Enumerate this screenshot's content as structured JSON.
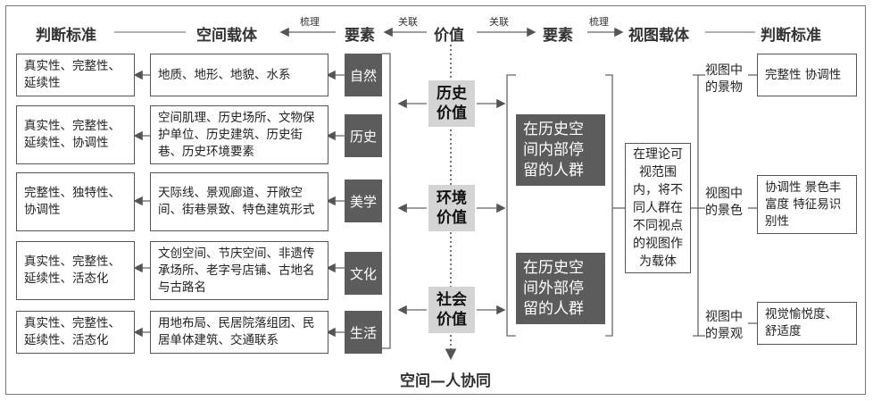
{
  "top": {
    "left_criteria": "判断标准",
    "space_carrier": "空间载体",
    "sort_left": "梳理",
    "elements_left": "要素",
    "link_left": "关联",
    "value": "价值",
    "link_right": "关联",
    "elements_right": "要素",
    "sort_right": "梳理",
    "view_carrier": "视图载体",
    "right_criteria": "判断标准"
  },
  "rows": [
    {
      "criteria": "真实性、完整性、延续性",
      "carrier": "地质、地形、地貌、水系",
      "element": "自然"
    },
    {
      "criteria": "真实性、完整性、延续性、协调性",
      "carrier": "空间肌理、历史场所、文物保护单位、历史建筑、历史街巷、历史环境要素",
      "element": "历史"
    },
    {
      "criteria": "完整性、独特性、协调性",
      "carrier": "天际线、景观廊道、开敞空间、街巷景致、特色建筑形式",
      "element": "美学"
    },
    {
      "criteria": "真实性、完整性、延续性、活态化",
      "carrier": "文创空间、节庆空间、非遗传承场所、老字号店铺、古地名与古路名",
      "element": "文化"
    },
    {
      "criteria": "真实性、完整性、延续性、活态化",
      "carrier": "用地布局、民居院落组团、民居单体建筑、交通联系",
      "element": "生活"
    }
  ],
  "values": [
    {
      "line1": "历史",
      "line2": "价值"
    },
    {
      "line1": "环境",
      "line2": "价值"
    },
    {
      "line1": "社会",
      "line2": "价值"
    }
  ],
  "groups": {
    "inside": "在历史空间内部停留的人群",
    "outside": "在历史空间外部停留的人群"
  },
  "view_carrier_text": "在理论可视范围内，将不同人群在不同视点的视图作为载体",
  "views": [
    {
      "label": "视图中的景物",
      "criteria": "完整性 协调性"
    },
    {
      "label": "视图中的景色",
      "criteria": "协调性 景色丰富度 特征易识别性"
    },
    {
      "label": "视图中的景观",
      "criteria": "视觉愉悦度、舒适度"
    }
  ],
  "bottom": "空间—人协同"
}
